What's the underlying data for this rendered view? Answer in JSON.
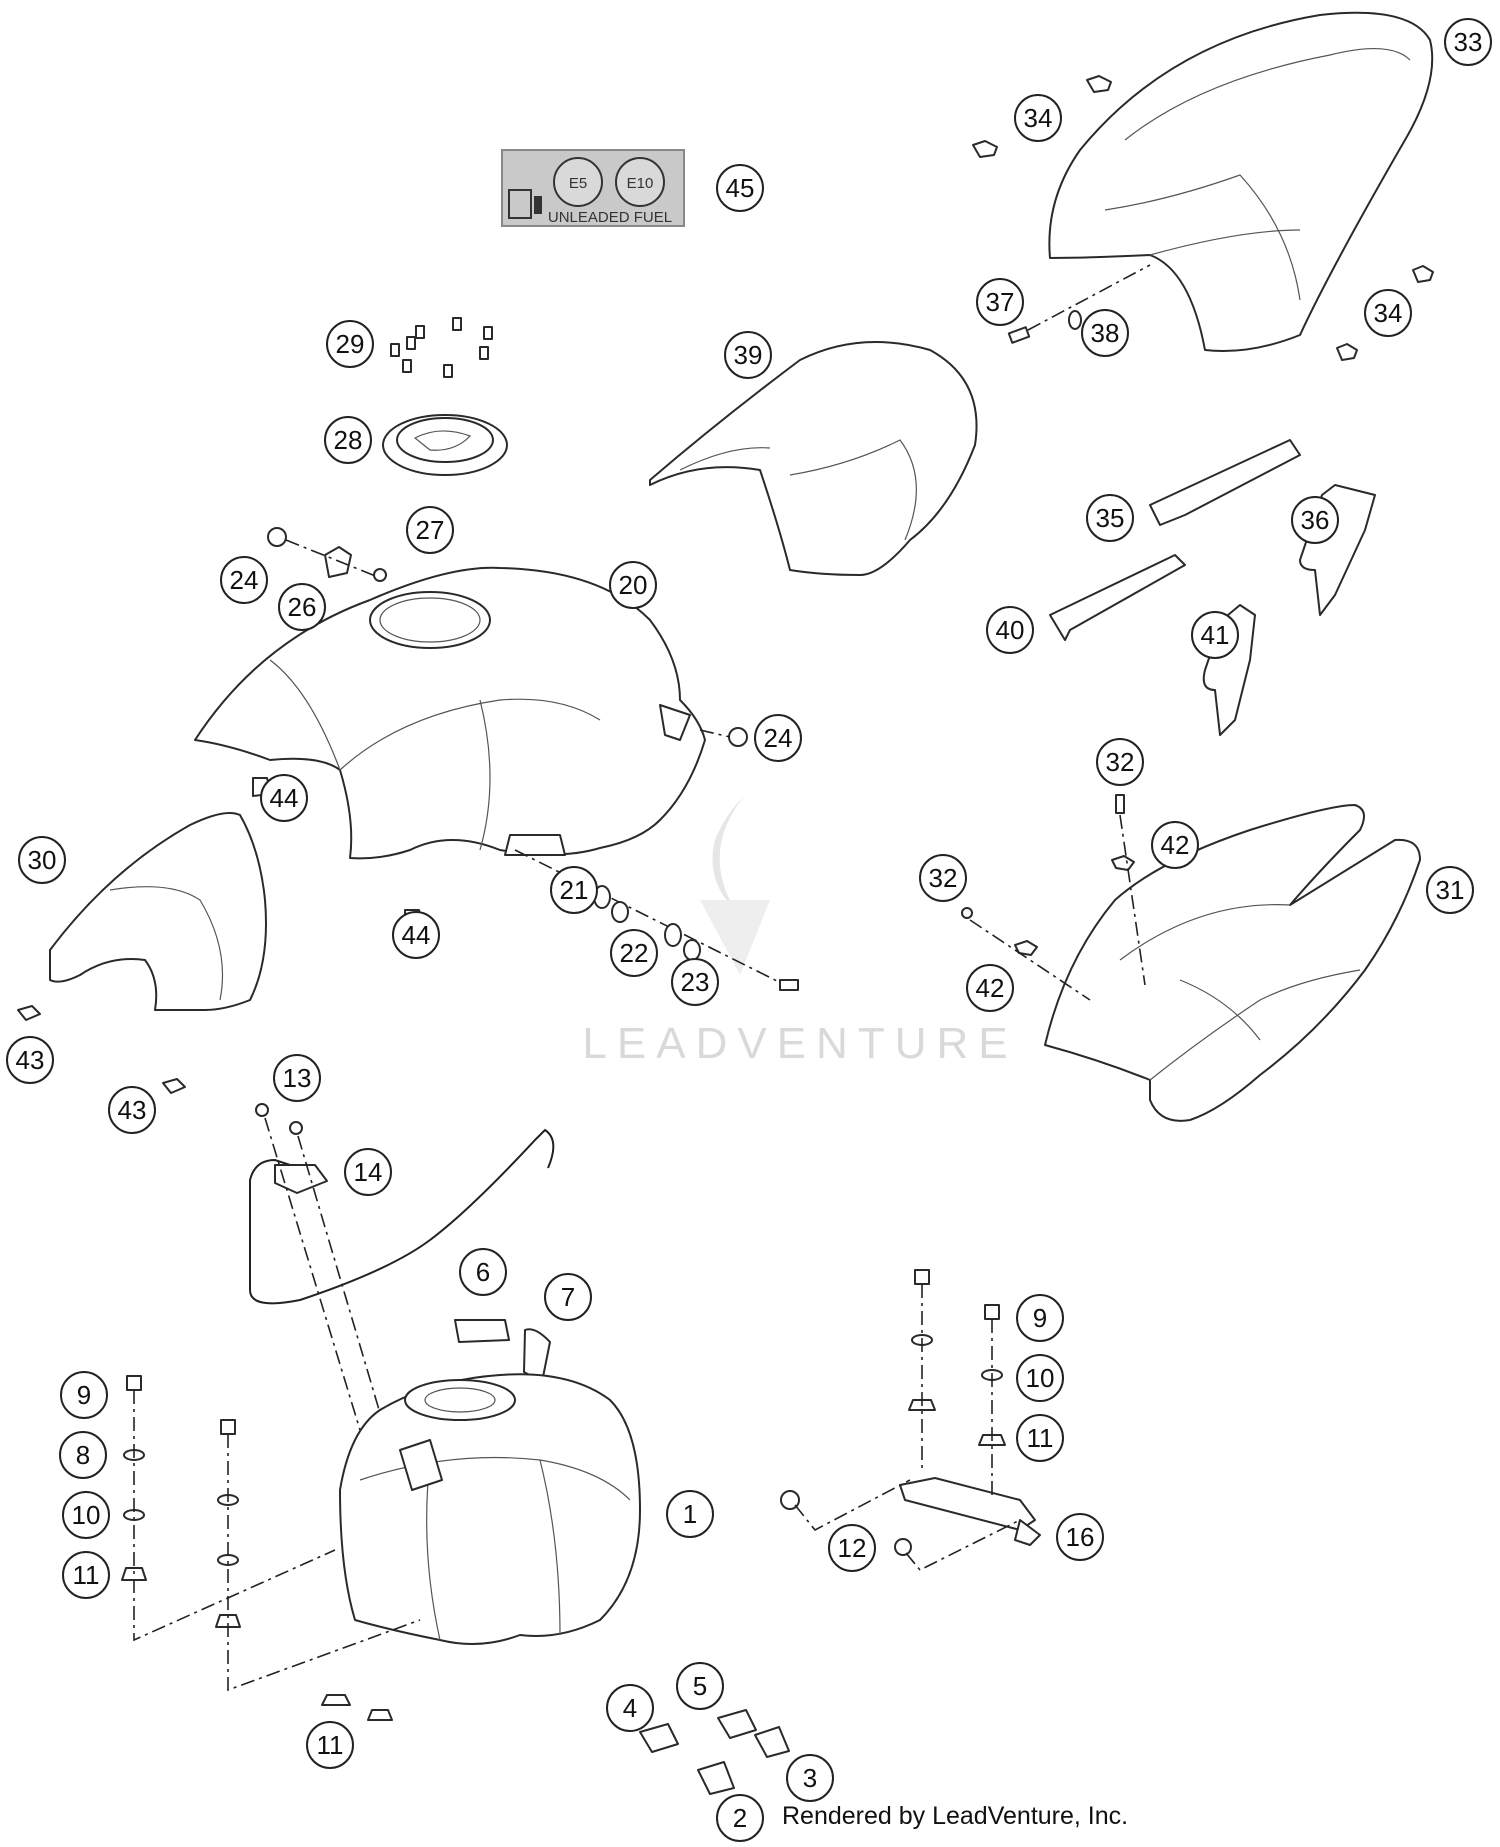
{
  "watermark": {
    "text": "LEADVENTURE"
  },
  "credit": "Rendered by LeadVenture, Inc.",
  "fuel_label": {
    "grade_1": "E5",
    "grade_2": "E10",
    "caption": "UNLEADED FUEL"
  },
  "callouts": [
    "1",
    "2",
    "3",
    "4",
    "5",
    "6",
    "7",
    "8",
    "9",
    "9",
    "10",
    "10",
    "11",
    "11",
    "11",
    "12",
    "13",
    "14",
    "16",
    "20",
    "21",
    "22",
    "23",
    "24",
    "24",
    "26",
    "27",
    "28",
    "29",
    "30",
    "31",
    "32",
    "32",
    "33",
    "34",
    "34",
    "35",
    "36",
    "37",
    "38",
    "39",
    "40",
    "41",
    "42",
    "42",
    "43",
    "43",
    "44",
    "44",
    "45"
  ]
}
